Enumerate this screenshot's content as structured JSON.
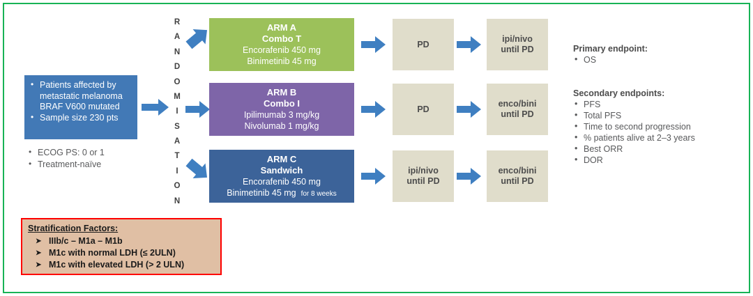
{
  "colors": {
    "frame_green": "#18b356",
    "population_blue": "#4279b6",
    "arm_a_green": "#9cc15a",
    "arm_b_purple": "#7e65a8",
    "arm_c_blue": "#3c6399",
    "beige": "#e0ddcb",
    "arrow_blue": "#3f7fc1",
    "strat_fill": "#e0bfa4",
    "strat_border": "#ff0000"
  },
  "population": {
    "items": [
      "Patients affected by metastatic melanoma BRAF V600 mutated",
      "Sample size 230 pts"
    ],
    "sub_items": [
      "ECOG PS: 0 or 1",
      "Treatment-naïve"
    ]
  },
  "randomisation": {
    "letters": [
      "R",
      "A",
      "N",
      "D",
      "O",
      "M",
      "I",
      "S",
      "A",
      "T",
      "I",
      "O",
      "N"
    ]
  },
  "arms": [
    {
      "id": "arm-a",
      "title": "ARM A",
      "subtitle": "Combo T",
      "drug1": "Encorafenib 450 mg",
      "drug2": "Binimetinib 45 mg",
      "drug2_note": "",
      "step1": "PD",
      "step2": "ipi/nivo\nuntil PD"
    },
    {
      "id": "arm-b",
      "title": "ARM B",
      "subtitle": "Combo I",
      "drug1": "Ipilimumab 3 mg/kg",
      "drug2": "Nivolumab 1 mg/kg",
      "drug2_note": "",
      "step1": "PD",
      "step2": "enco/bini\nuntil PD"
    },
    {
      "id": "arm-c",
      "title": "ARM C",
      "subtitle": "Sandwich",
      "drug1": "Encorafenib 450 mg",
      "drug2": "Binimetinib 45 mg",
      "drug2_note": "for 8 weeks",
      "step1": "ipi/nivo\nuntil PD",
      "step2": "enco/bini\nuntil PD"
    }
  ],
  "endpoints": {
    "primary": {
      "title": "Primary endpoint:",
      "items": [
        "OS"
      ]
    },
    "secondary": {
      "title": "Secondary endpoints:",
      "items": [
        "PFS",
        "Total PFS",
        "Time to second progression",
        "% patients alive at 2–3 years",
        "Best ORR",
        "DOR"
      ]
    }
  },
  "stratification": {
    "title": "Stratification Factors:",
    "items": [
      "IIIb/c – M1a – M1b",
      "M1c with normal LDH (≤ 2ULN)",
      "M1c with elevated LDH (> 2 ULN)"
    ]
  }
}
